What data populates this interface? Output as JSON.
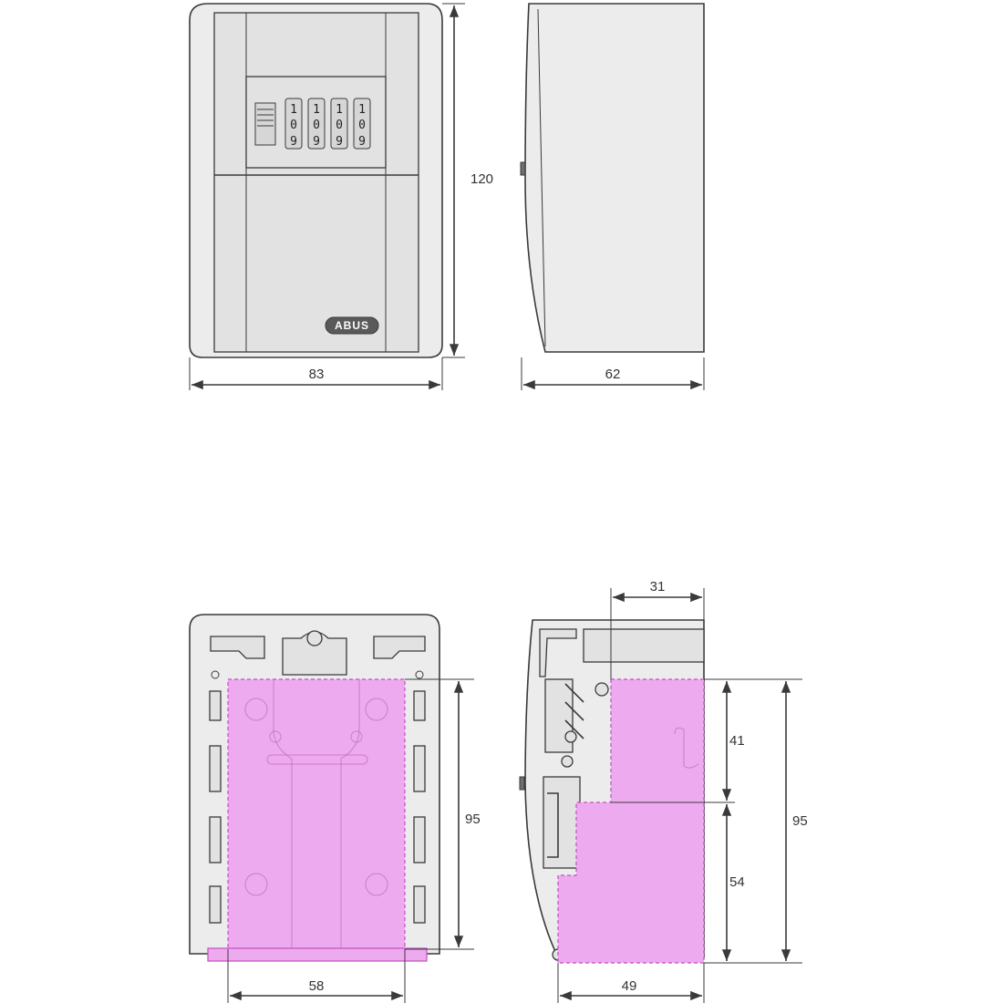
{
  "brand": {
    "logo_text": "ABUS"
  },
  "front_view": {
    "height_label": "120",
    "width_label": "83",
    "dial_top_digits": [
      "1",
      "1",
      "1",
      "1"
    ],
    "dial_mid_digits": [
      "0",
      "0",
      "0",
      "0"
    ],
    "dial_bot_digits": [
      "9",
      "9",
      "9",
      "9"
    ]
  },
  "side_view": {
    "depth_label": "62"
  },
  "interior_front": {
    "height_label": "95",
    "width_label": "58"
  },
  "interior_side": {
    "top_depth_label": "31",
    "upper_height_label": "41",
    "lower_height_label": "54",
    "total_height_label": "95",
    "bottom_depth_label": "49"
  },
  "colors": {
    "interior_highlight": "#eeaaee",
    "outline": "#3a3a3a",
    "body": "#ececec"
  }
}
